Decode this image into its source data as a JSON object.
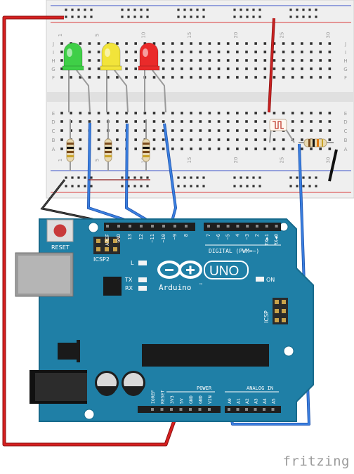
{
  "breadboard": {
    "row_letters_top": [
      "J",
      "I",
      "H",
      "G",
      "F"
    ],
    "row_letters_bottom": [
      "E",
      "D",
      "C",
      "B",
      "A"
    ],
    "column_numbers": [
      "1",
      "5",
      "10",
      "15",
      "20",
      "25",
      "30"
    ]
  },
  "components": {
    "leds": [
      {
        "name": "green-led",
        "color": "#3fcf47"
      },
      {
        "name": "yellow-led",
        "color": "#f2e43a"
      },
      {
        "name": "red-led",
        "color": "#ea2a2a"
      }
    ],
    "photoresistor": "photoresistor",
    "resistors": [
      "resistor-green",
      "resistor-yellow",
      "resistor-red",
      "resistor-ldr"
    ]
  },
  "arduino": {
    "reset_label": "RESET",
    "icsp2_label": "ICSP2",
    "icsp_label": "ICSP",
    "led_l": "L",
    "led_tx": "TX",
    "led_rx": "RX",
    "led_on": "ON",
    "uno_logo_text": "UNO",
    "brand_text": "Arduino",
    "trademark": "™",
    "digital_label": "DIGITAL (PWM=~)",
    "power_label": "POWER",
    "analog_label": "ANALOG IN",
    "top_pin_labels": [
      "AREF",
      "GND",
      "13",
      "12",
      "~11",
      "~10",
      "~9",
      "8"
    ],
    "top_pin_labels_right": [
      "7",
      "~6",
      "~5",
      "4",
      "~3",
      "2",
      "TX▶1",
      "RX◀0"
    ],
    "power_pin_labels": [
      "IOREF",
      "RESET",
      "3V3",
      "5V",
      "GND",
      "GND",
      "VIN"
    ],
    "analog_pin_labels": [
      "A0",
      "A1",
      "A2",
      "A3",
      "A4",
      "A5"
    ]
  },
  "colors": {
    "board": "#1f7fa6",
    "board_edge": "#176a8c",
    "wire_red": "#d62020",
    "wire_blue": "#2a6fd6",
    "wire_black": "#1a1a1a"
  },
  "footer": {
    "watermark": "fritzing"
  }
}
